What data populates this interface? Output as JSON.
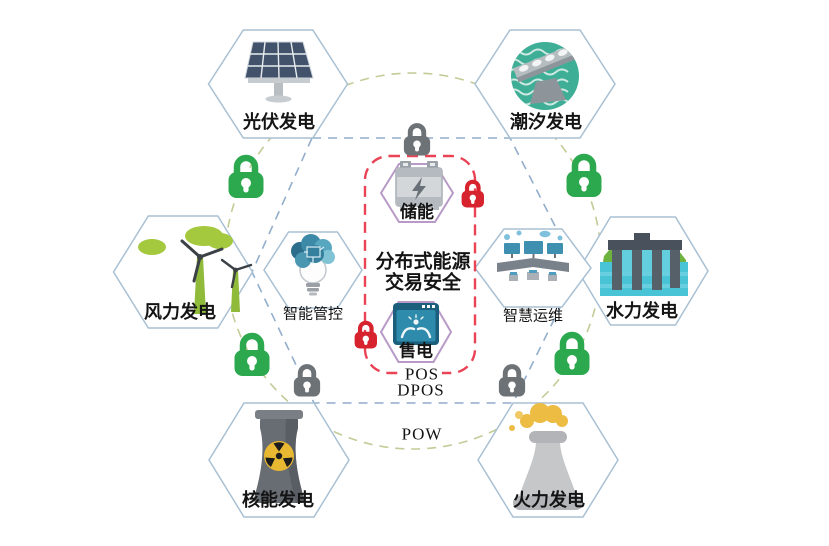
{
  "diagram": {
    "center": {
      "title_line1": "分布式能源",
      "title_line2": "交易安全",
      "storage_label": "储能",
      "sell_label": "售电"
    },
    "consensus": {
      "pos": "POS",
      "dpos": "DPOS",
      "pow": "POW"
    },
    "outer_nodes": [
      {
        "id": "pv",
        "label": "光伏发电",
        "icon": "solar-panel-icon"
      },
      {
        "id": "tidal",
        "label": "潮汐发电",
        "icon": "tidal-dam-icon"
      },
      {
        "id": "wind",
        "label": "风力发电",
        "icon": "wind-turbine-icon"
      },
      {
        "id": "hydro",
        "label": "水力发电",
        "icon": "hydro-dam-icon"
      },
      {
        "id": "nuclear",
        "label": "核能发电",
        "icon": "nuclear-plant-icon"
      },
      {
        "id": "thermal",
        "label": "火力发电",
        "icon": "thermal-plant-icon"
      }
    ],
    "inner_nodes": [
      {
        "id": "mgmt",
        "label": "智能管控",
        "icon": "smart-bulb-icon"
      },
      {
        "id": "ops",
        "label": "智慧运维",
        "icon": "control-room-icon"
      }
    ],
    "locks": {
      "green_count": 4,
      "gray_count": 3,
      "red_count": 2,
      "green_color": "#2ca84e",
      "gray_color": "#6d7276",
      "red_color": "#d7232e"
    },
    "colors": {
      "security_box": "#ea4356",
      "inner_ring": "#92aecb",
      "outer_circle": "#c3cb97",
      "hex_border": "#a9c0d3",
      "purple_hex_border": "#b79ac6"
    }
  }
}
